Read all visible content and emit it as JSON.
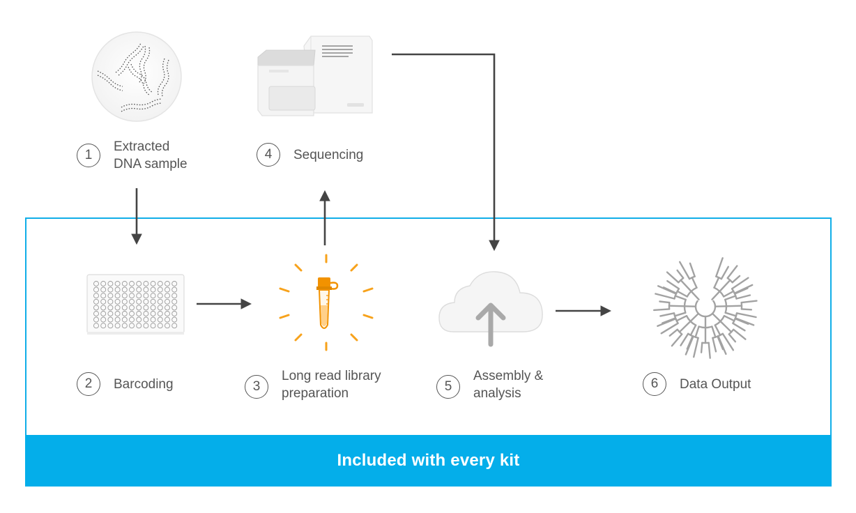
{
  "banner": {
    "text": "Included with every kit"
  },
  "steps": [
    {
      "number": "1",
      "lines": [
        "Extracted",
        "DNA sample"
      ]
    },
    {
      "number": "2",
      "lines": [
        "Barcoding"
      ]
    },
    {
      "number": "3",
      "lines": [
        "Long read library",
        "preparation"
      ]
    },
    {
      "number": "4",
      "lines": [
        "Sequencing"
      ]
    },
    {
      "number": "5",
      "lines": [
        "Assembly &",
        "analysis"
      ]
    },
    {
      "number": "6",
      "lines": [
        "Data Output"
      ]
    }
  ],
  "icons": {
    "step1": "dna-sample-dish-icon",
    "step2": "barcoding-plate-icon",
    "step3": "library-prep-tube-icon",
    "step4": "sequencer-device-icon",
    "step5": "cloud-upload-icon",
    "step6": "phylogenetic-tree-icon"
  },
  "colors": {
    "accent": "#04aeea",
    "highlight": "#f7a21b",
    "arrow": "#444444",
    "text": "#555555"
  }
}
